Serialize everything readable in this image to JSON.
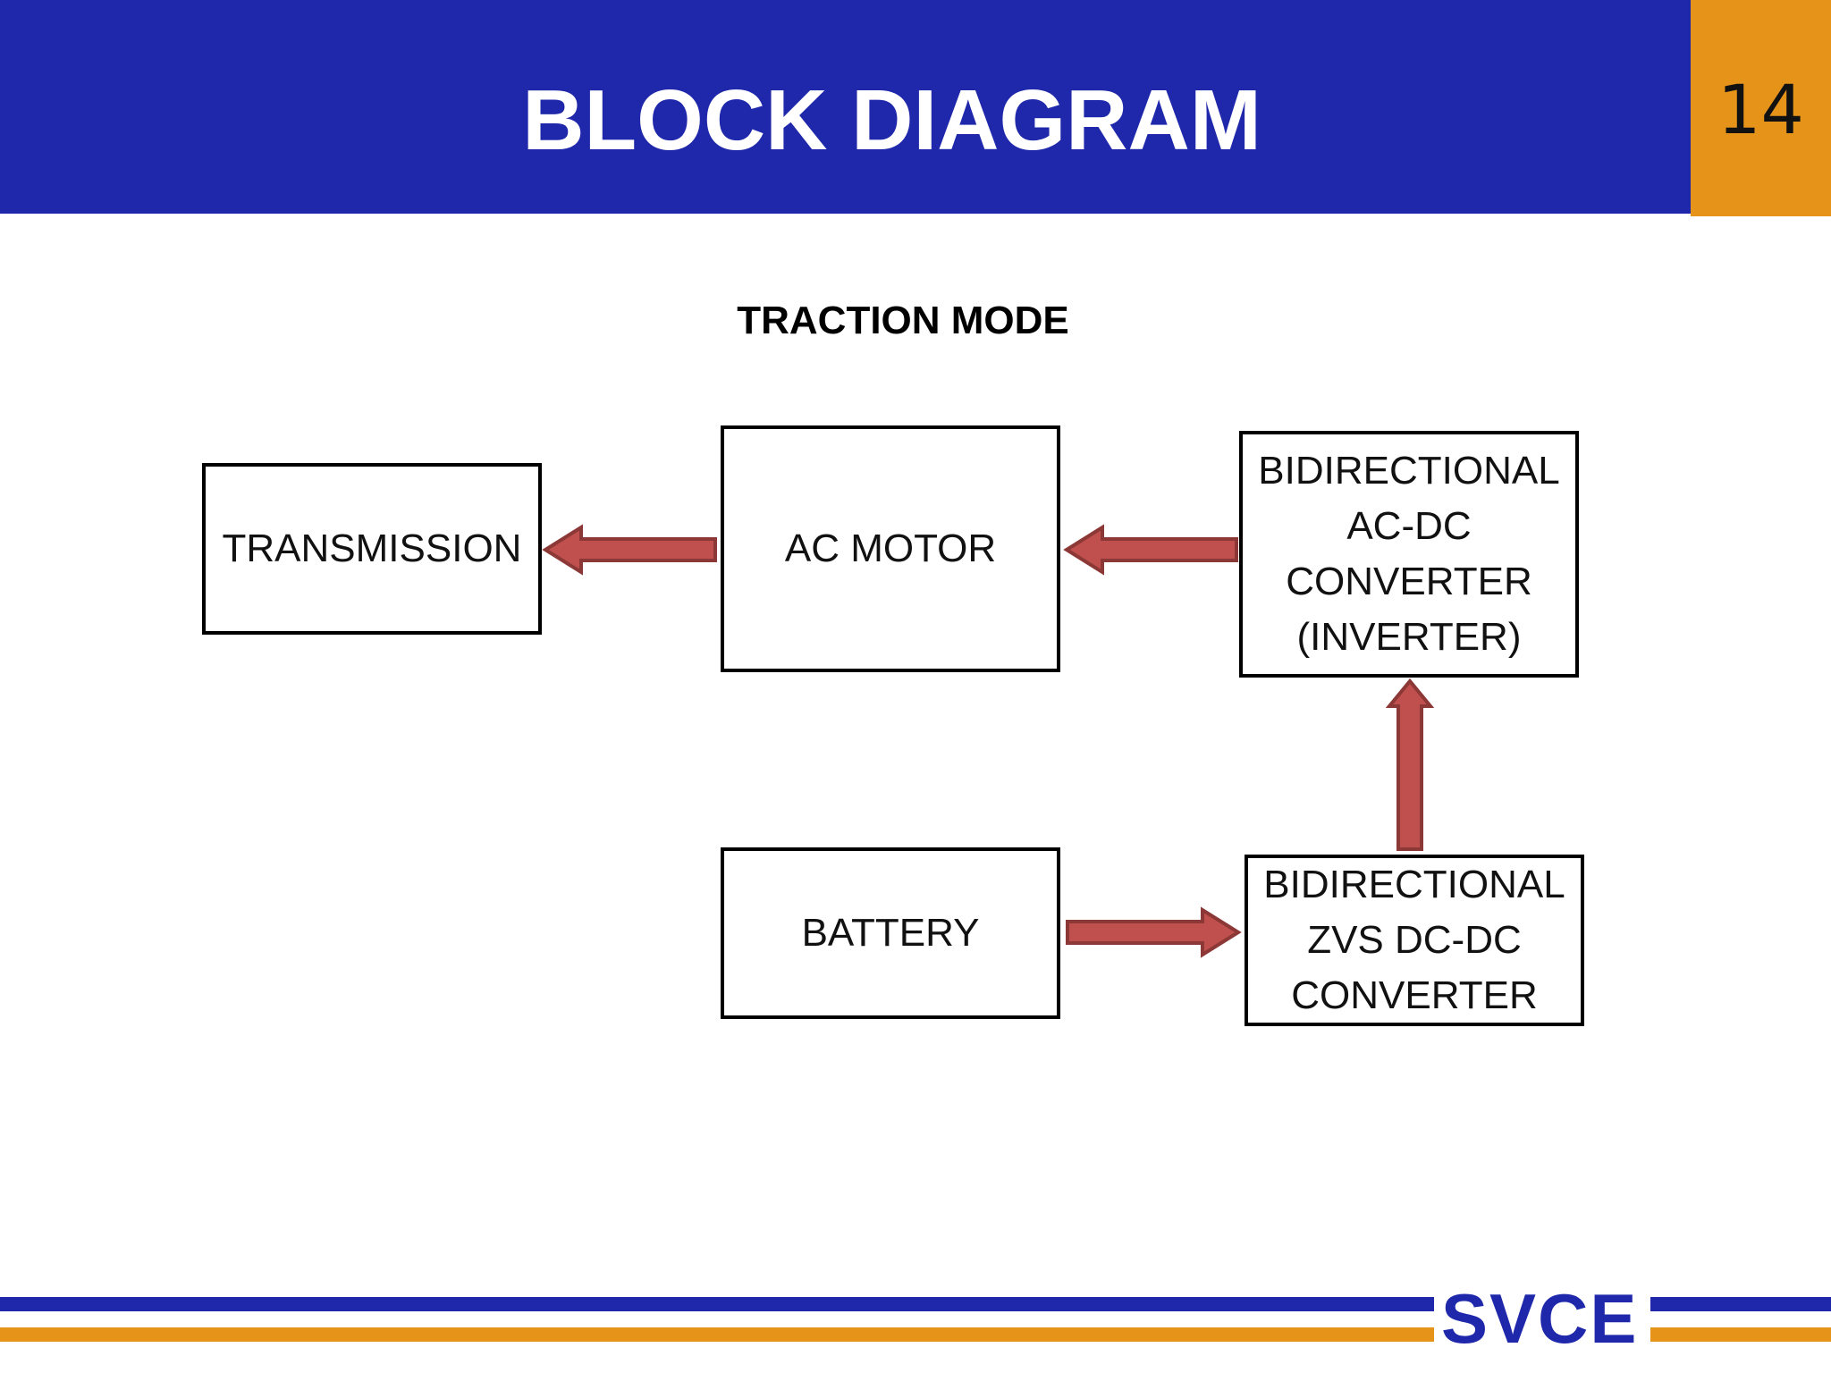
{
  "header": {
    "title": "BLOCK DIAGRAM",
    "page_number": "14"
  },
  "diagram": {
    "mode_label": "TRACTION MODE",
    "blocks": {
      "transmission": "TRANSMISSION",
      "ac_motor": "AC MOTOR",
      "inverter": "BIDIRECTIONAL\nAC-DC\nCONVERTER\n(INVERTER)",
      "battery": "BATTERY",
      "dcdc": "BIDIRECTIONAL\nZVS DC-DC\nCONVERTER"
    },
    "arrows": [
      {
        "from": "battery",
        "to": "dcdc"
      },
      {
        "from": "dcdc",
        "to": "inverter"
      },
      {
        "from": "inverter",
        "to": "ac_motor"
      },
      {
        "from": "ac_motor",
        "to": "transmission"
      }
    ],
    "arrow_color": "#c0504d",
    "arrow_outline": "#8c3836"
  },
  "footer": {
    "logo_text": "SVCE",
    "colors": {
      "blue": "#1f28ab",
      "orange": "#e6931a"
    }
  }
}
